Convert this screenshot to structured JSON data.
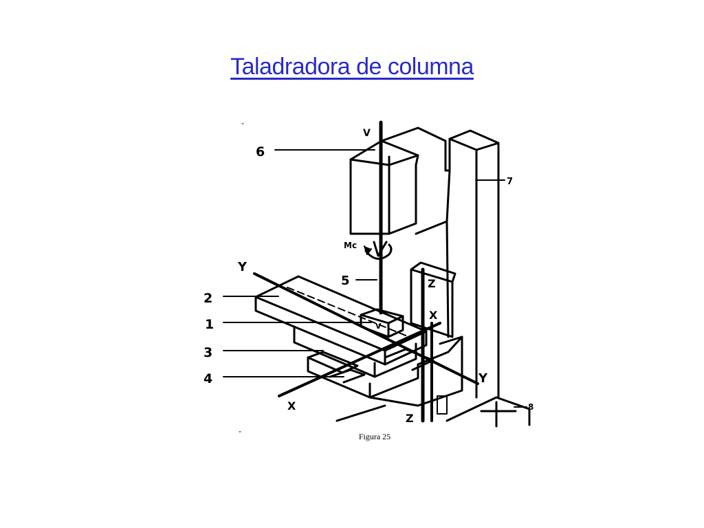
{
  "title": "Taladradora de columna",
  "caption": "Figura 25",
  "diagram": {
    "part_labels": [
      "6",
      "2",
      "1",
      "3",
      "4",
      "5",
      "7",
      "8"
    ],
    "axis_labels": {
      "v_top": "V",
      "v_block": "V",
      "mc": "Mc",
      "y_left": "Y",
      "y_right": "Y",
      "z_top": "Z",
      "z_bottom": "Z",
      "x_right": "X",
      "x_left": "X"
    }
  }
}
